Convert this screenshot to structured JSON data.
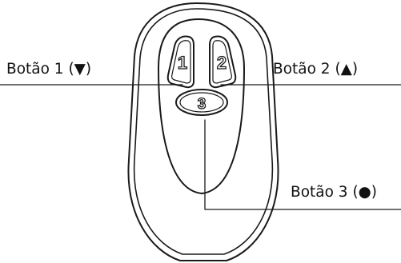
{
  "diagram": {
    "labels": {
      "button1": "Botão 1 (▼)",
      "button2": "Botão 2 (▲)",
      "button3": "Botão 3 (●)"
    },
    "buttons": {
      "b1": "1",
      "b2": "2",
      "b3": "3"
    }
  }
}
